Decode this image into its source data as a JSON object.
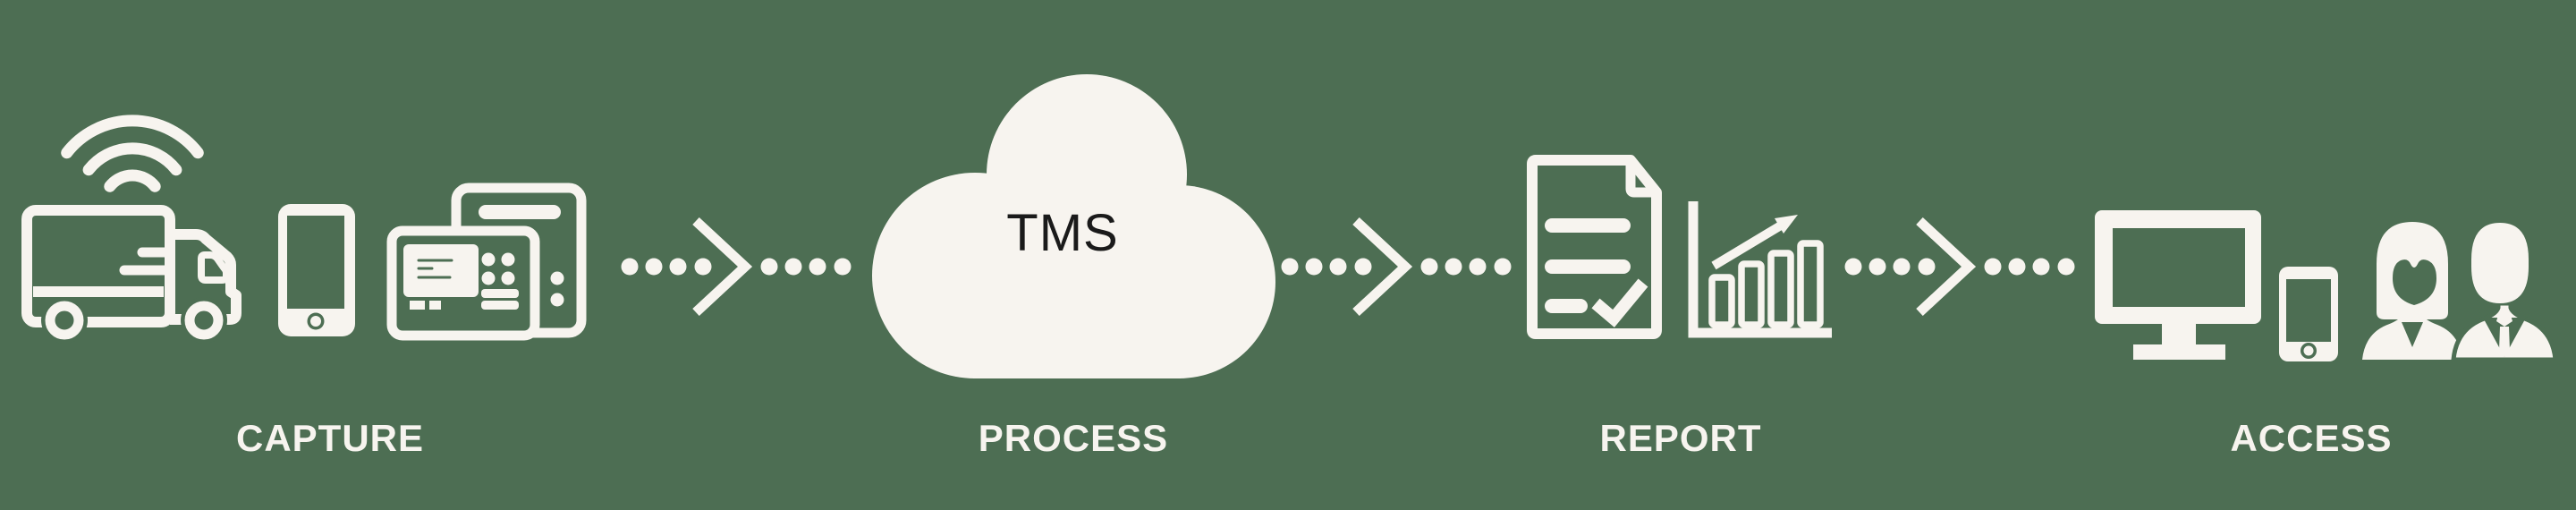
{
  "theme": {
    "background": "#4D6E53",
    "icon": "#F7F4EF",
    "cloud_text": "#1A1A1A"
  },
  "cloud": {
    "text": "TMS"
  },
  "stages": [
    {
      "label": "CAPTURE",
      "icons": [
        "wifi-signal-icon",
        "delivery-truck-icon",
        "smartphone-icon",
        "telematics-terminal-icon"
      ]
    },
    {
      "label": "PROCESS",
      "icons": [
        "cloud-icon"
      ]
    },
    {
      "label": "REPORT",
      "icons": [
        "document-checklist-icon",
        "growth-bar-chart-icon"
      ]
    },
    {
      "label": "ACCESS",
      "icons": [
        "desktop-monitor-icon",
        "mobile-phone-icon",
        "users-icon"
      ]
    }
  ],
  "connectors": [
    {
      "type": "dotted-chevron-arrow",
      "from": "CAPTURE",
      "to": "PROCESS"
    },
    {
      "type": "dotted-chevron-arrow",
      "from": "PROCESS",
      "to": "REPORT"
    },
    {
      "type": "dotted-chevron-arrow",
      "from": "REPORT",
      "to": "ACCESS"
    }
  ]
}
